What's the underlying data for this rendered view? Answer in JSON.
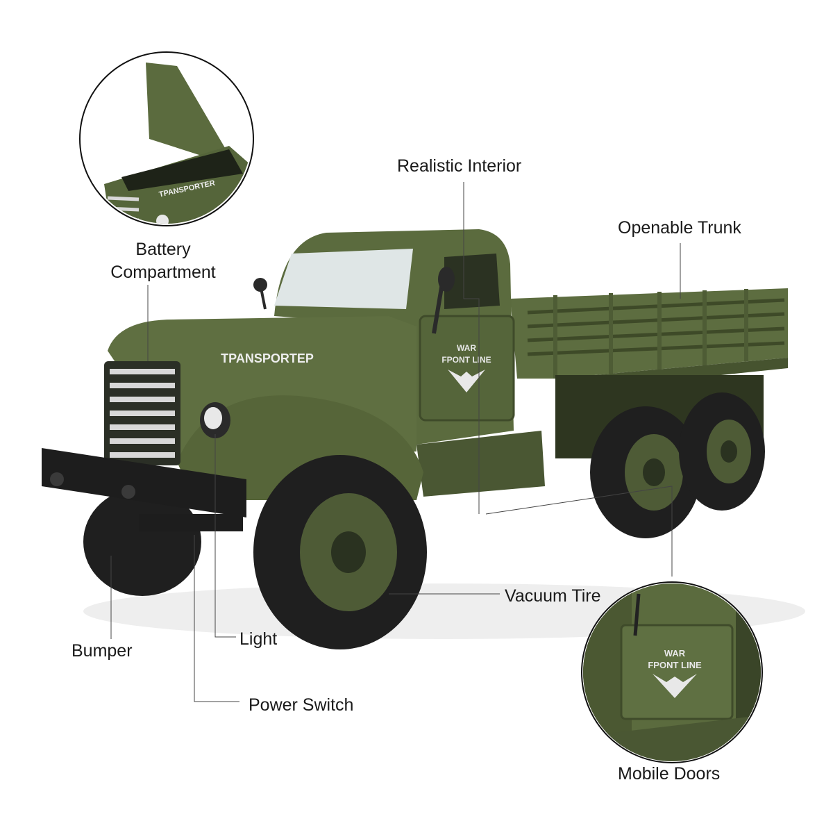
{
  "callouts": {
    "battery_compartment": "Battery\nCompartment",
    "realistic_interior": "Realistic Interior",
    "openable_trunk": "Openable Trunk",
    "vacuum_tire": "Vacuum Tire",
    "bumper": "Bumper",
    "light": "Light",
    "power_switch": "Power Switch",
    "mobile_doors": "Mobile Doors"
  },
  "truck_markings": {
    "hood_text": "TPANSPORTEP",
    "inset_hood_text": "TPANSPORTER",
    "door_line1": "WAR",
    "door_line2": "FPONT LINE"
  },
  "colors": {
    "body": "#5b6b3e",
    "body_dark": "#3f4b2a",
    "tire": "#1f1f1f",
    "chrome": "#d8d8d8"
  }
}
